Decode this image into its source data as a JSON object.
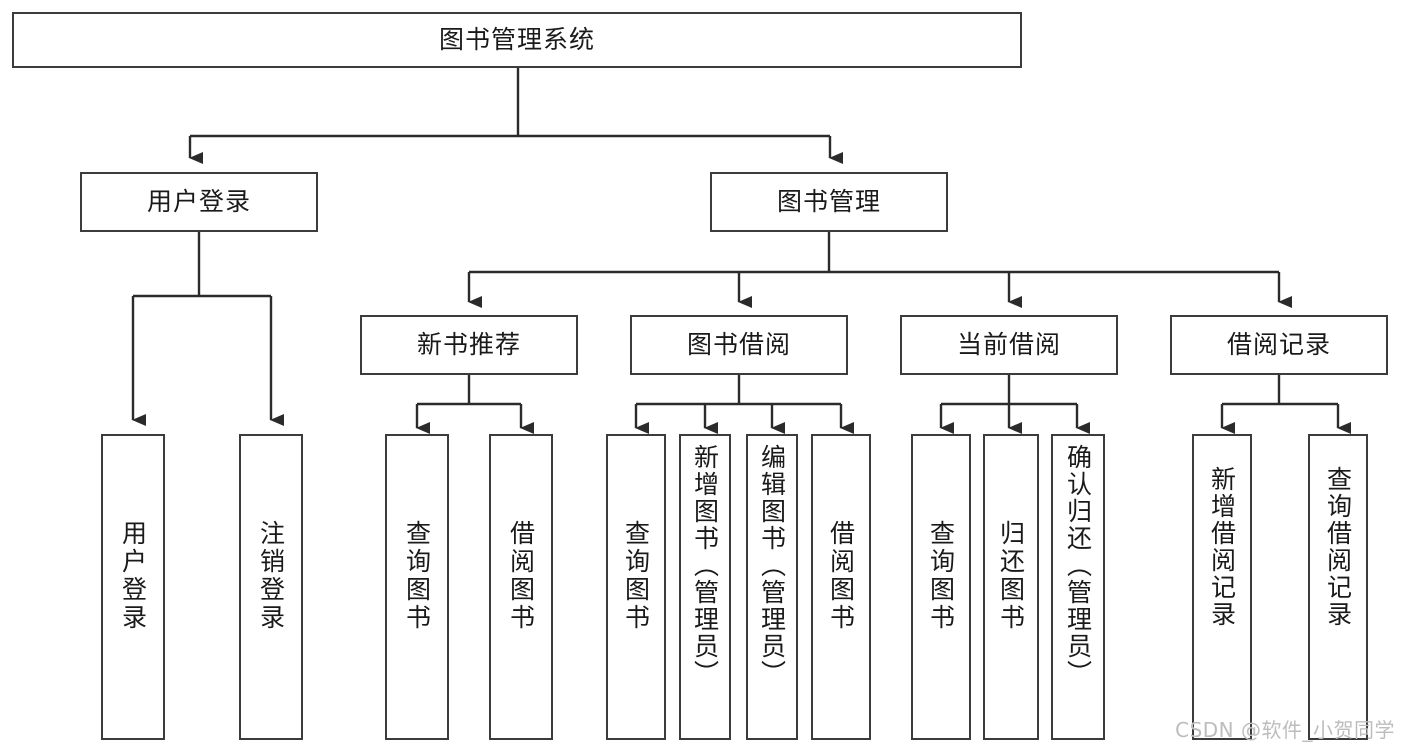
{
  "diagram": {
    "title": "图书管理系统",
    "type": "hierarchy-tree",
    "levels": 4,
    "root": {
      "id": "root",
      "label": "图书管理系统"
    },
    "level2": [
      {
        "id": "user-login",
        "label": "用户登录"
      },
      {
        "id": "book-manage",
        "label": "图书管理"
      }
    ],
    "level3": [
      {
        "id": "new-book-recommend",
        "label": "新书推荐",
        "parent": "book-manage"
      },
      {
        "id": "book-borrow",
        "label": "图书借阅",
        "parent": "book-manage"
      },
      {
        "id": "current-borrow",
        "label": "当前借阅",
        "parent": "book-manage"
      },
      {
        "id": "borrow-record",
        "label": "借阅记录",
        "parent": "book-manage"
      }
    ],
    "leaves": [
      {
        "id": "leaf-user-login",
        "label": "用户登录",
        "parent": "user-login"
      },
      {
        "id": "leaf-logout",
        "label": "注销登录",
        "parent": "user-login"
      },
      {
        "id": "leaf-query-book-1",
        "label": "查询图书",
        "parent": "new-book-recommend"
      },
      {
        "id": "leaf-borrow-book-1",
        "label": "借阅图书",
        "parent": "new-book-recommend"
      },
      {
        "id": "leaf-query-book-2",
        "label": "查询图书",
        "parent": "book-borrow"
      },
      {
        "id": "leaf-add-book",
        "label": "新增图书（管理员）",
        "parent": "book-borrow"
      },
      {
        "id": "leaf-edit-book",
        "label": "编辑图书（管理员）",
        "parent": "book-borrow"
      },
      {
        "id": "leaf-borrow-book-2",
        "label": "借阅图书",
        "parent": "book-borrow"
      },
      {
        "id": "leaf-query-book-3",
        "label": "查询图书",
        "parent": "current-borrow"
      },
      {
        "id": "leaf-return-book",
        "label": "归还图书",
        "parent": "current-borrow"
      },
      {
        "id": "leaf-confirm-return",
        "label": "确认归还（管理员）",
        "parent": "current-borrow"
      },
      {
        "id": "leaf-add-record",
        "label": "新增借阅记录",
        "parent": "borrow-record"
      },
      {
        "id": "leaf-query-record",
        "label": "查询借阅记录",
        "parent": "borrow-record"
      }
    ],
    "colors": {
      "border": "#3c3c3c",
      "text": "#1a1a1a",
      "background": "#ffffff",
      "watermark": "#bdbdbd"
    }
  },
  "watermark": {
    "text": "CSDN @软件_小贺同学"
  }
}
